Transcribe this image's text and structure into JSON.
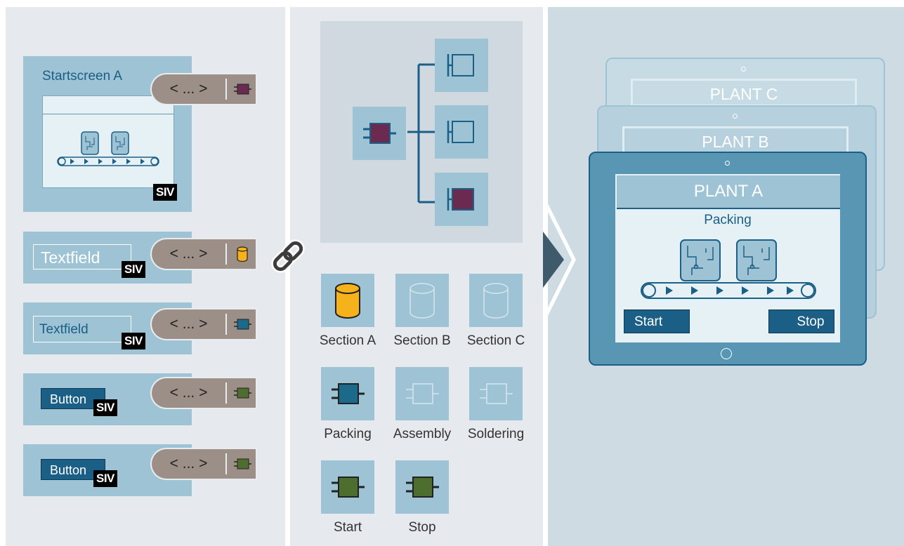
{
  "left": {
    "startscreen_title": "Startscreen A",
    "tag_text": "< ... >",
    "siv": "SIV",
    "textfield_1": "Textfield",
    "textfield_2": "Textfield",
    "button_1": "Button",
    "button_2": "Button"
  },
  "middle": {
    "tags": [
      {
        "label": "Section A",
        "active": true
      },
      {
        "label": "Section B",
        "active": false
      },
      {
        "label": "Section C",
        "active": false
      },
      {
        "label": "Packing",
        "active": true
      },
      {
        "label": "Assembly",
        "active": false
      },
      {
        "label": "Soldering",
        "active": false
      },
      {
        "label": "Start",
        "active": true
      },
      {
        "label": "Stop",
        "active": true
      }
    ]
  },
  "right": {
    "plant_c": "PLANT C",
    "plant_b": "PLANT B",
    "plant_a": "PLANT A",
    "section": "Packing",
    "start_button": "Start",
    "stop_button": "Stop"
  },
  "colors": {
    "card": "#9dc3d4",
    "tag": "#9c8f87",
    "struct_purple": "#6b2a4f",
    "struct_blue": "#1b6a8c",
    "struct_green": "#4d6e2e",
    "db_yellow": "#f5b21b",
    "dark_blue": "#1b5f86"
  }
}
